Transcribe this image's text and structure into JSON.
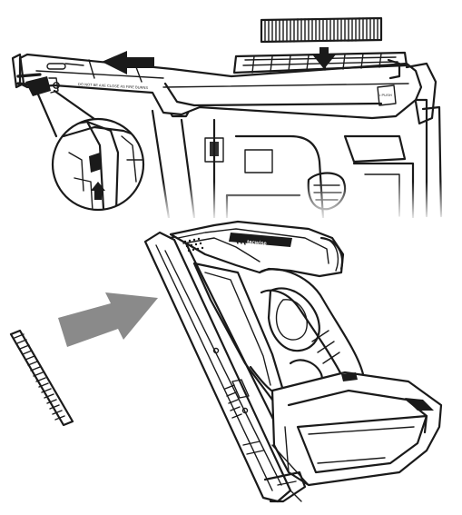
{
  "figure": {
    "magazine_warning_text": "DO NOT BE AXE CLOSE AS FIRE BURNS",
    "latch_text": "• PUSH",
    "brand_text": "tacwise",
    "colors": {
      "line": "#1a1a1a",
      "arrow": "#8a8a8a",
      "background": "#ffffff"
    },
    "icons": [
      "staple-strip",
      "push-arrow",
      "load-arrow",
      "magazine-pusher",
      "nail-gun"
    ]
  }
}
